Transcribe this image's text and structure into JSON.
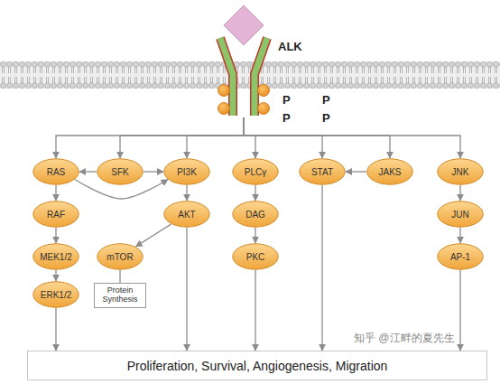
{
  "diagram": {
    "nodes": [
      {
        "text": [
          "ALK"
        ]
      },
      {
        "text": [
          "P"
        ],
        "in": 0
      },
      {
        "text": [
          "P"
        ],
        "in": 0
      },
      {
        "text": [
          "P"
        ],
        "in": 0
      },
      {
        "text": [
          "P"
        ],
        "in": 0
      },
      {
        "text": [
          "RAS"
        ]
      },
      {
        "text": [
          "SFK"
        ]
      },
      {
        "text": [
          "PI3K"
        ]
      },
      {
        "text": [
          "PLCγ"
        ]
      },
      {
        "text": [
          "STAT"
        ]
      },
      {
        "text": [
          "JAKS"
        ]
      },
      {
        "text": [
          "JNK"
        ]
      },
      {
        "text": [
          "RAF"
        ]
      },
      {
        "text": [
          "AKT"
        ]
      },
      {
        "text": [
          "DAG"
        ]
      },
      {
        "text": [
          "JUN"
        ]
      },
      {
        "text": [
          "MEK1/2"
        ]
      },
      {
        "text": [
          "mTOR"
        ]
      },
      {
        "text": [
          "PKC"
        ]
      },
      {
        "text": [
          "AP-1"
        ]
      },
      {
        "text": [
          "ERK1/2"
        ]
      },
      {
        "text": [
          "Protein Synthesis"
        ]
      },
      {
        "text": [
          "Proliferation, Survival, Angiogenesis, Migration"
        ]
      }
    ],
    "edges": [
      {
        "from": 0,
        "to": 5,
        "arrow": "to"
      },
      {
        "from": 0,
        "to": 6,
        "arrow": "to"
      },
      {
        "from": 0,
        "to": 7,
        "arrow": "to"
      },
      {
        "from": 0,
        "to": 8,
        "arrow": "to"
      },
      {
        "from": 0,
        "to": 9,
        "arrow": "to"
      },
      {
        "from": 0,
        "to": 10,
        "arrow": "to"
      },
      {
        "from": 0,
        "to": 11,
        "arrow": "to"
      },
      {
        "from": 6,
        "to": 5,
        "arrow": "to"
      },
      {
        "from": 6,
        "to": 7,
        "arrow": "to"
      },
      {
        "from": 5,
        "to": 7,
        "arrow": "to"
      },
      {
        "from": 5,
        "to": 12,
        "arrow": "to"
      },
      {
        "from": 12,
        "to": 16,
        "arrow": "to"
      },
      {
        "from": 16,
        "to": 20,
        "arrow": "to"
      },
      {
        "from": 20,
        "to": 22,
        "arrow": "to"
      },
      {
        "from": 7,
        "to": 13,
        "arrow": "to"
      },
      {
        "from": 13,
        "to": 17,
        "arrow": "to"
      },
      {
        "from": 17,
        "to": 21,
        "arrow": "none"
      },
      {
        "from": 13,
        "to": 22,
        "arrow": "to"
      },
      {
        "from": 8,
        "to": 14,
        "arrow": "to"
      },
      {
        "from": 14,
        "to": 18,
        "arrow": "to"
      },
      {
        "from": 18,
        "to": 22,
        "arrow": "to"
      },
      {
        "from": 10,
        "to": 9,
        "arrow": "to"
      },
      {
        "from": 9,
        "to": 22,
        "arrow": "to"
      },
      {
        "from": 11,
        "to": 15,
        "arrow": "to"
      },
      {
        "from": 15,
        "to": 19,
        "arrow": "to"
      },
      {
        "from": 19,
        "to": 22,
        "arrow": "to"
      }
    ],
    "labels": [
      "知乎 @江畔的夏先生"
    ]
  }
}
